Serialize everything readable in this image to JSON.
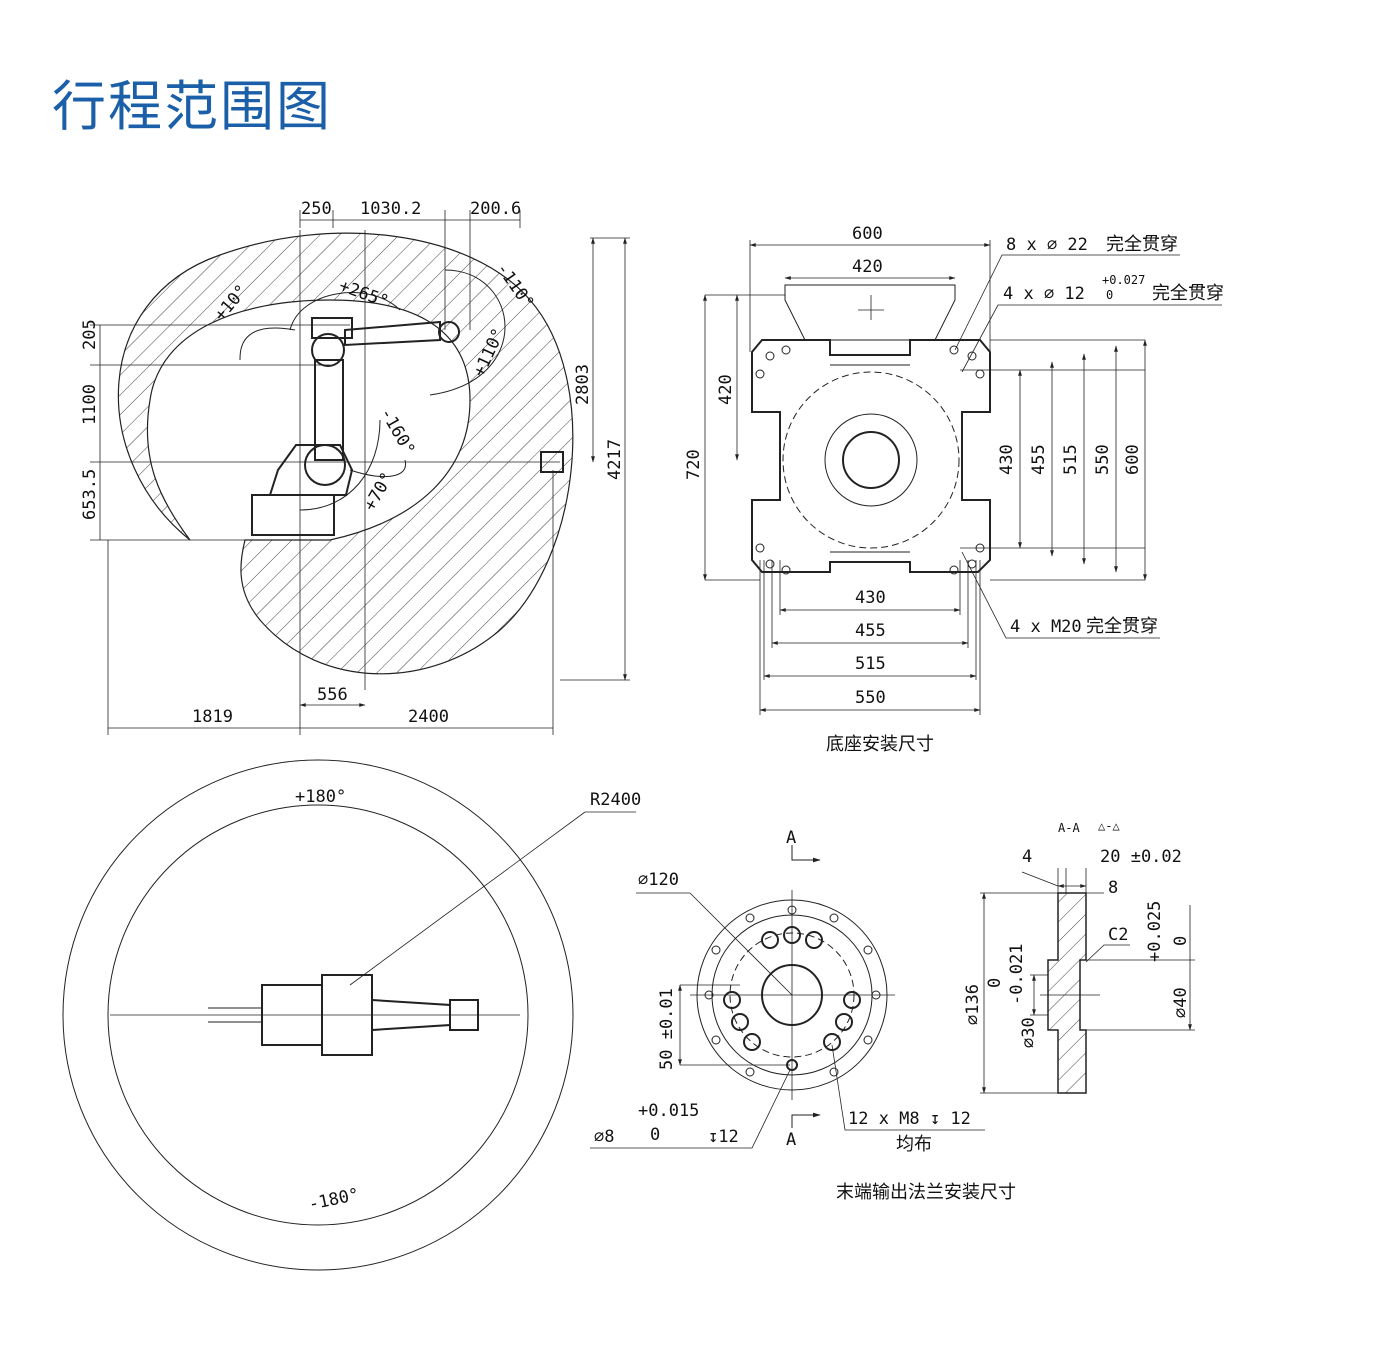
{
  "title": "行程范围图",
  "colors": {
    "title": "#1a5fa8",
    "line": "#222222"
  },
  "side_view": {
    "dims_top": [
      "250",
      "1030.2",
      "200.6"
    ],
    "dims_left": [
      "205",
      "1100",
      "653.5"
    ],
    "dims_right": [
      "2803",
      "4217"
    ],
    "dims_bottom": [
      "1819",
      "556",
      "2400"
    ],
    "angles": [
      "+10°",
      "+265°",
      "-110°",
      "+110°",
      "-160°",
      "+70°"
    ]
  },
  "base_mount": {
    "dims_top": [
      "600",
      "420"
    ],
    "dims_left": [
      "420",
      "720"
    ],
    "dims_right": [
      "430",
      "455",
      "515",
      "550",
      "600"
    ],
    "dims_bottom": [
      "430",
      "455",
      "515",
      "550"
    ],
    "callout_holes22": {
      "spec": "8 x ∅ 22",
      "note": "完全贯穿"
    },
    "callout_holes12": {
      "spec": "4 x ∅ 12",
      "tol_upper": "+0.027",
      "tol_lower": "0",
      "note": "完全贯穿"
    },
    "callout_m20": {
      "spec": "4 x M20",
      "note": "完全贯穿"
    },
    "caption": "底座安装尺寸"
  },
  "top_view": {
    "angle_top": "+180°",
    "angle_bottom": "-180°",
    "radius": "R2400"
  },
  "flange": {
    "section_mark": "A",
    "dia120": "∅120",
    "dim50": "50 ±0.01",
    "pin_hole": {
      "dia": "∅8",
      "tol_upper": "+0.015",
      "tol_lower": "0",
      "depth": "↧12"
    },
    "thread_holes": {
      "spec": "12 x  M8  ↧  12",
      "note": "均布"
    },
    "section_title": "A-A",
    "section_scale": "△-△",
    "dim_4": "4",
    "dim_20": "20 ±0.02",
    "dim_8": "8",
    "chamfer": "C2",
    "dia136": "∅136",
    "dia30": "∅30",
    "dia30_tol_upper": "0",
    "dia30_tol_lower": "-0.021",
    "dia40": "∅40",
    "dia40_tol_upper": "+0.025",
    "dia40_tol_lower": "0",
    "caption": "末端输出法兰安装尺寸"
  }
}
